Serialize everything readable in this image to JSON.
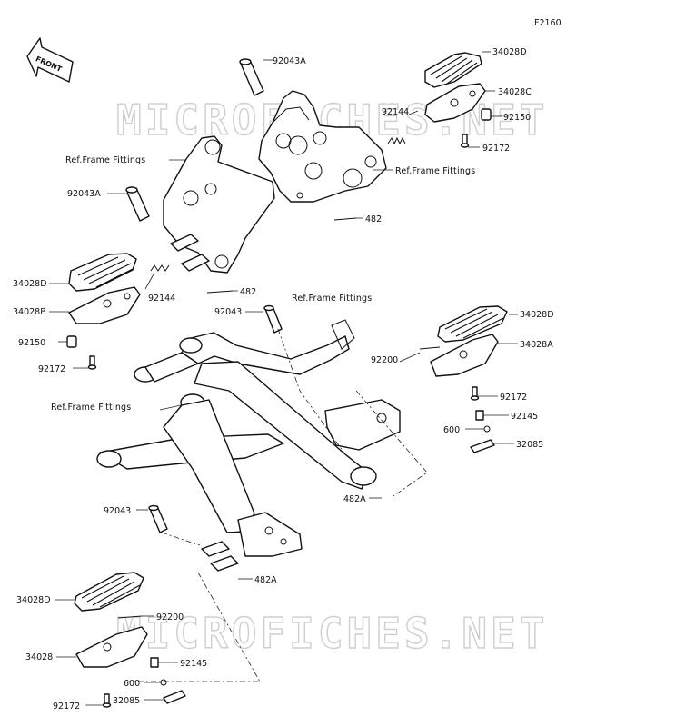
{
  "diagram": {
    "figure_code": "F2160",
    "front_arrow_label": "FRONT",
    "watermark": "MICROFICHES.NET",
    "labels": {
      "p92043A_top": "92043A",
      "p34028D_top": "34028D",
      "p34028C": "34028C",
      "p92144_right": "92144",
      "p92150_right": "92150",
      "p92172_right": "92172",
      "ref_frame_upper_left": "Ref.Frame Fittings",
      "ref_frame_upper_right": "Ref.Frame Fittings",
      "p92043A_left": "92043A",
      "p482_right": "482",
      "p34028D_left": "34028D",
      "p92144_left": "92144",
      "p482_left": "482",
      "p34028B": "34028B",
      "p92150_left": "92150",
      "p92172_left": "92172",
      "p92043_mid": "92043",
      "ref_frame_center": "Ref.Frame Fittings",
      "p34028D_mid_right": "34028D",
      "p34028A": "34028A",
      "p92200_right": "92200",
      "ref_frame_left": "Ref.Frame Fittings",
      "p92172_mid_right": "92172",
      "p92145_right": "92145",
      "p600_right": "600",
      "p32085_right": "32085",
      "p482A_right": "482A",
      "p92043_lower": "92043",
      "p482A_lower": "482A",
      "p34028D_lower": "34028D",
      "p92200_lower": "92200",
      "p34028": "34028",
      "p92145_lower": "92145",
      "p600_lower": "600",
      "p92172_lower": "92172",
      "p32085_lower": "32085"
    }
  }
}
